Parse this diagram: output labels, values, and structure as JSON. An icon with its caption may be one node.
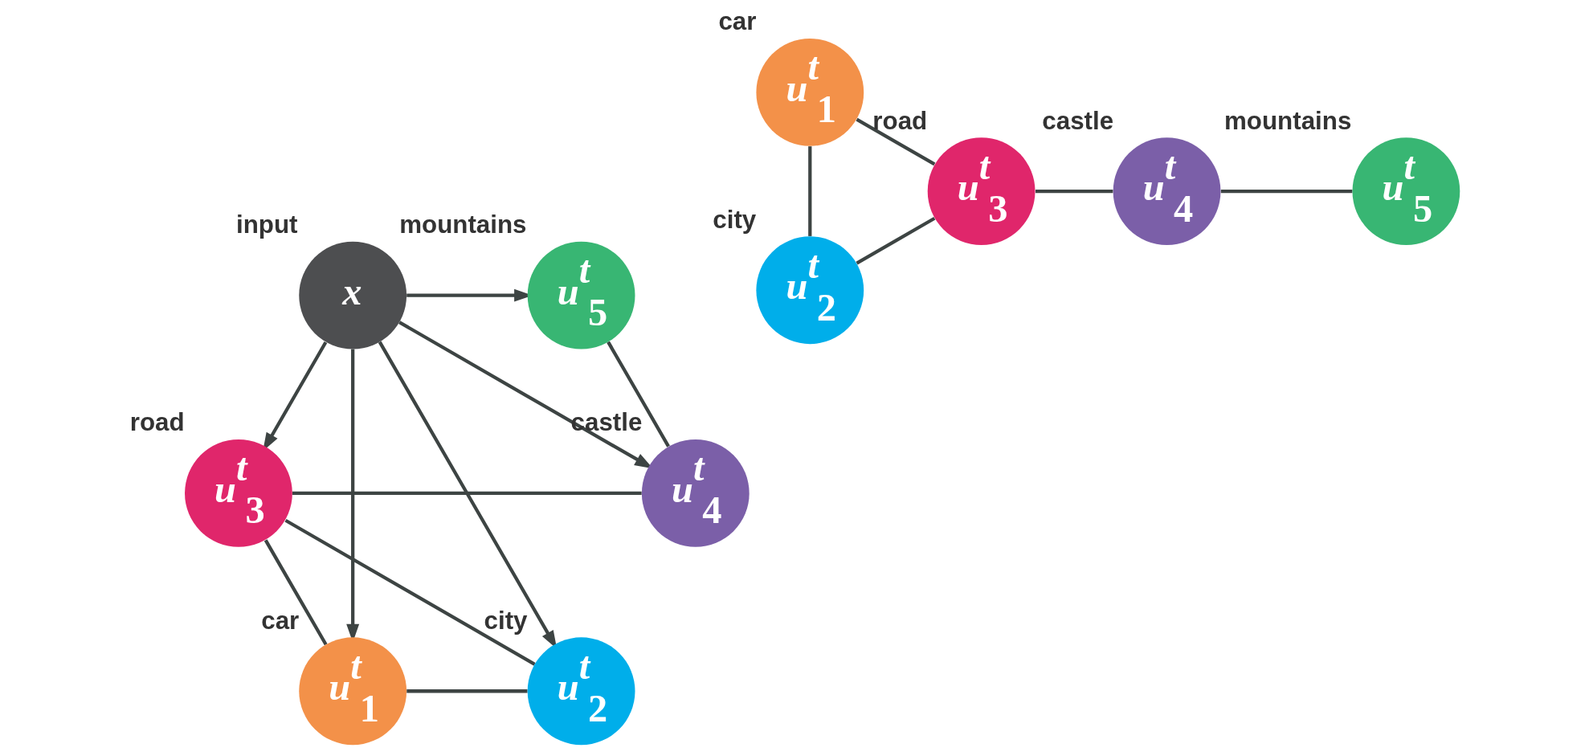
{
  "diagram": {
    "nodes": [
      {
        "text": [
          "*u*$^{t}$$_{3}$"
        ],
        "beside": [
          "road"
        ]
      },
      {
        "text": [
          "*u*$^{t}$$_{2}$"
        ],
        "beside": [
          "city"
        ]
      },
      {
        "text": [
          "*u*$^{t}$$_{4}$"
        ],
        "beside": [
          "castle"
        ]
      },
      {
        "text": [
          "*u*$^{t}$$_{1}$"
        ],
        "beside": [
          "car"
        ]
      },
      {
        "text": [
          "*u*$^{t}$$_{5}$"
        ],
        "beside": [
          "mountains"
        ]
      },
      {
        "text": [
          "*u*$^{t}$$_{2}$"
        ],
        "beside": [
          "city"
        ]
      },
      {
        "text": [
          "*u*$^{t}$$_{3}$"
        ],
        "beside": [
          "road"
        ]
      },
      {
        "text": [
          "*x*"
        ],
        "beside": [
          "input"
        ]
      },
      {
        "text": [
          "*u*$^{t}$$_{4}$"
        ],
        "beside": [
          "castle"
        ]
      },
      {
        "text": [
          "*u*$^{t}$$_{1}$"
        ],
        "beside": [
          "car"
        ]
      },
      {
        "text": [
          "*u*$^{t}$$_{5}$"
        ],
        "beside": [
          "mountains"
        ]
      }
    ],
    "edges": [
      {
        "from": 0,
        "to": 1,
        "arrow": "none"
      },
      {
        "from": 0,
        "to": 2,
        "arrow": "none"
      },
      {
        "from": 0,
        "to": 3,
        "arrow": "none"
      },
      {
        "from": 1,
        "to": 3,
        "arrow": "none"
      },
      {
        "from": 2,
        "to": 4,
        "arrow": "none"
      },
      {
        "from": 5,
        "to": 6,
        "arrow": "none"
      },
      {
        "from": 7,
        "to": 5,
        "arrow": "to"
      },
      {
        "from": 7,
        "to": 6,
        "arrow": "to"
      },
      {
        "from": 7,
        "to": 8,
        "arrow": "to"
      },
      {
        "from": 7,
        "to": 9,
        "arrow": "to"
      },
      {
        "from": 7,
        "to": 10,
        "arrow": "to"
      },
      {
        "from": 5,
        "to": 9,
        "arrow": "none"
      },
      {
        "from": 6,
        "to": 9,
        "arrow": "none"
      },
      {
        "from": 6,
        "to": 8,
        "arrow": "none"
      },
      {
        "from": 8,
        "to": 10,
        "arrow": "none"
      }
    ]
  }
}
